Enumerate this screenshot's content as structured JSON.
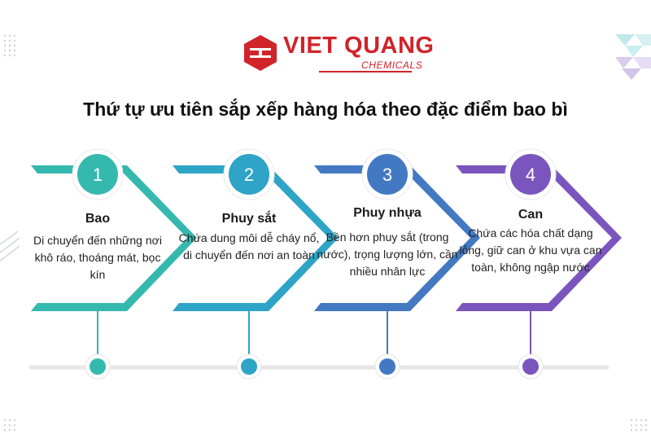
{
  "brand": {
    "name": "VIET QUANG",
    "sub": "CHEMICALS"
  },
  "title": "Thứ tự ưu tiên sắp xếp hàng hóa theo đặc điểm bao bì",
  "steps": [
    {
      "number": "1",
      "title": "Bao",
      "description": "Di chuyển đến những nơi khô ráo, thoáng mát, bọc kín",
      "color": "#35b9ae"
    },
    {
      "number": "2",
      "title": "Phuy sắt",
      "description": "Chứa dung môi dễ cháy nổ, di chuyển đến nơi an toàn",
      "color": "#2ea4c6"
    },
    {
      "number": "3",
      "title": "Phuy nhựa",
      "description": "Bền hơn phuy sắt (trong nước), trọng lượng lớn, cần nhiều nhân lực",
      "color": "#4379c2"
    },
    {
      "number": "4",
      "title": "Can",
      "description": "Chứa các hóa chất dạng lỏng, giữ can ở khu vựa can toàn, không ngập nước",
      "color": "#7b55be"
    }
  ],
  "colors": {
    "brand_red": "#d1232a",
    "timeline": "#e6e6e6"
  }
}
